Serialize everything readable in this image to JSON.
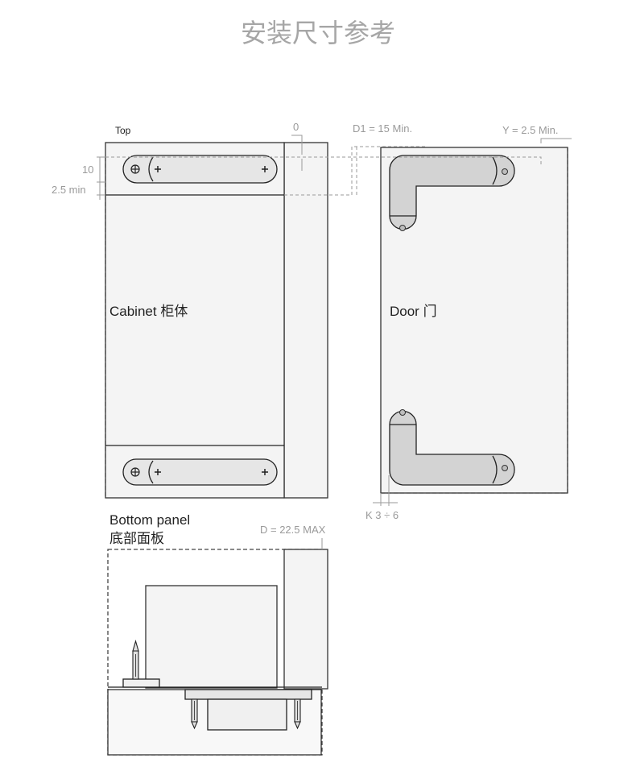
{
  "title": "安装尺寸参考",
  "labels": {
    "top": "Top",
    "cabinet": "Cabinet 柜体",
    "door": "Door 门",
    "bottom_panel_en": "Bottom panel",
    "bottom_panel_cn": "底部面板"
  },
  "dimensions": {
    "zero": "0",
    "d1": "D1 = 15 Min.",
    "y": "Y = 2.5 Min.",
    "ten": "10",
    "two_five_min": "2.5 min",
    "k": "K 3 ÷ 6",
    "d": "D = 22.5 MAX"
  },
  "icons": [
    "crosshair-icon",
    "plus-icon",
    "screw-icon"
  ],
  "colors": {
    "panel_fill": "#f4f4f4",
    "outline": "#333333",
    "dimension": "#9a9a9a",
    "hinge_arm": "#d3d3d3",
    "title": "#a6a6a6"
  }
}
